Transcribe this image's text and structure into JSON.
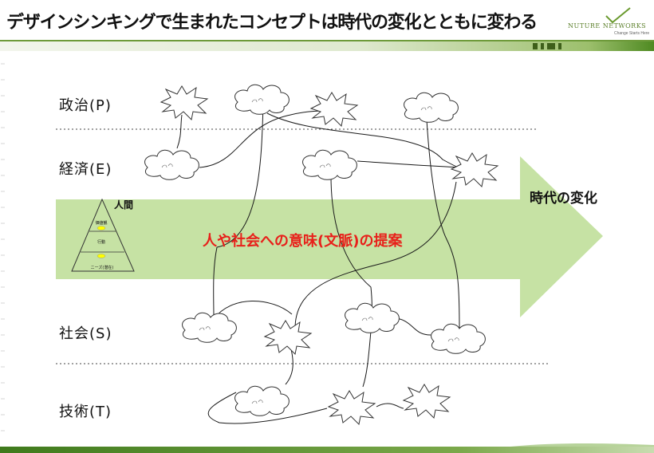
{
  "title": "デザインシンキングで生まれたコンセプトは時代の変化とともに変わる",
  "logo": {
    "name": "NUTURE NETWORKS",
    "tagline": "Change Starts Here"
  },
  "layers": [
    {
      "label": "政治(P)"
    },
    {
      "label": "経済(E)"
    },
    {
      "label": "社会(S)"
    },
    {
      "label": "技術(T)"
    }
  ],
  "arrow_label": "時代の変化",
  "center_label": "人や社会への意味(文脈)の提案",
  "pyramid": {
    "title": "人間",
    "levels": [
      "価値観",
      "行動",
      "ニーズ(潜在)"
    ]
  },
  "colors": {
    "arrow": "#c6e2a4",
    "accent_red": "#e8201a",
    "brand_green": "#5b8a2a"
  }
}
